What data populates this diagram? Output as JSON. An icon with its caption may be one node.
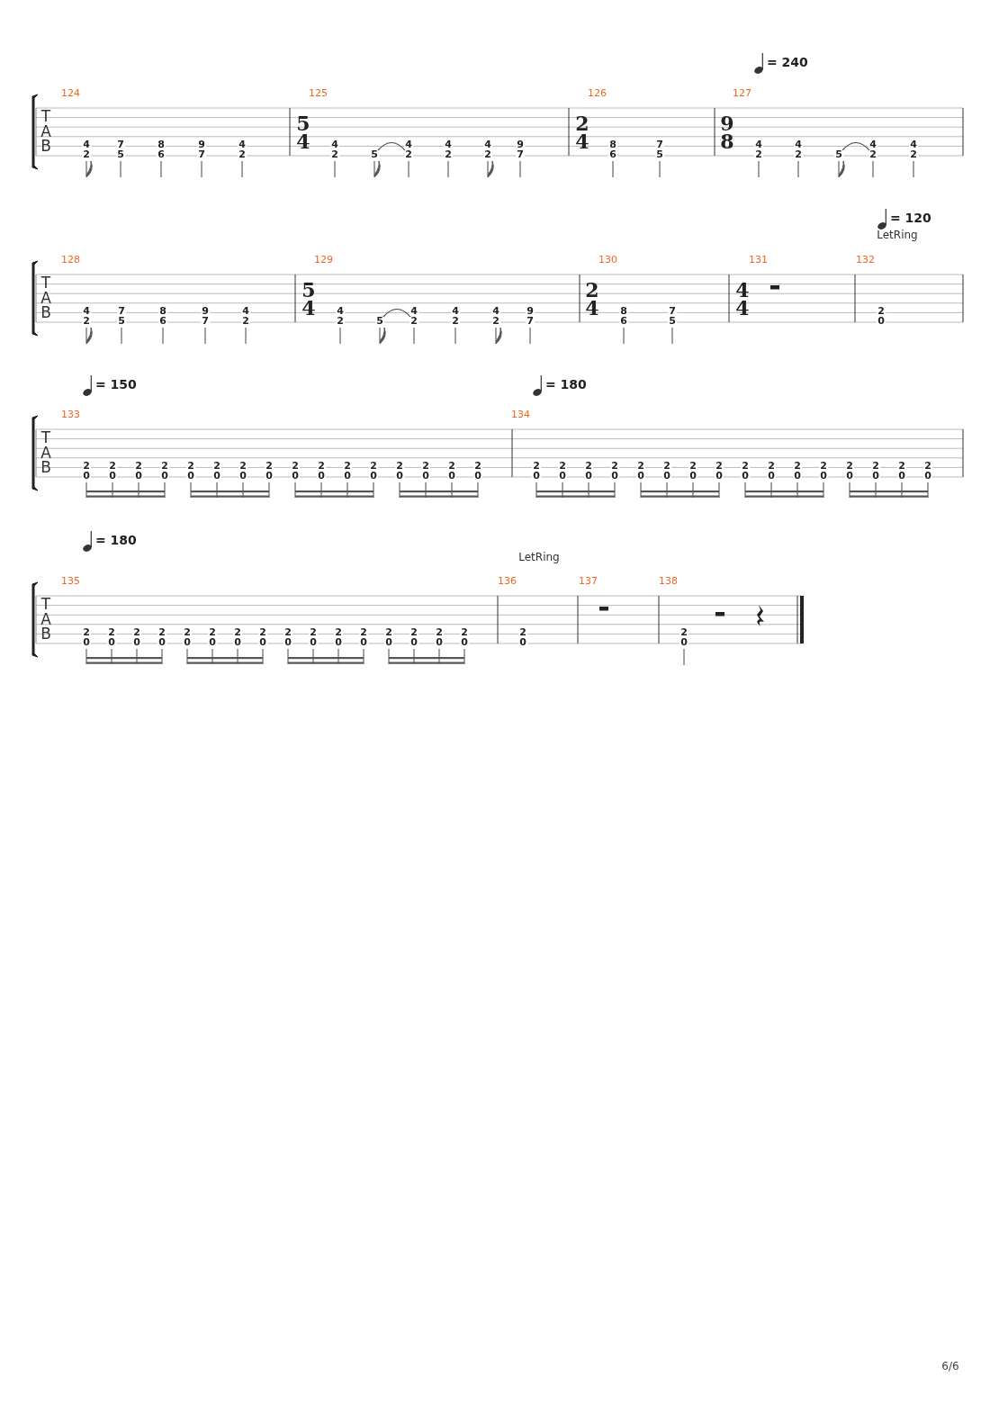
{
  "diagram": {
    "labels": [
      "= 240",
      "124",
      "125",
      "126",
      "127",
      "T",
      "A",
      "B",
      "4",
      "2",
      "7",
      "5",
      "8",
      "6",
      "9",
      "7",
      "4",
      "2",
      "5",
      "4",
      "4",
      "2",
      "5",
      "4",
      "2",
      "4",
      "2",
      "4",
      "2",
      "9",
      "7",
      "2",
      "4",
      "8",
      "6",
      "7",
      "5",
      "9",
      "8",
      "4",
      "2",
      "4",
      "2",
      "5",
      "4",
      "2",
      "4",
      "2",
      "= 120",
      "LetRing",
      "128",
      "129",
      "130",
      "131",
      "132",
      "T",
      "A",
      "B",
      "4",
      "2",
      "7",
      "5",
      "8",
      "6",
      "9",
      "7",
      "4",
      "2",
      "5",
      "4",
      "4",
      "2",
      "5",
      "4",
      "2",
      "4",
      "2",
      "4",
      "2",
      "9",
      "7",
      "2",
      "4",
      "8",
      "6",
      "7",
      "5",
      "4",
      "4",
      "2",
      "0",
      "= 150",
      "= 180",
      "133",
      "134",
      "T",
      "A",
      "B",
      "2",
      "0",
      "2",
      "0",
      "2",
      "0",
      "2",
      "0",
      "2",
      "0",
      "2",
      "0",
      "2",
      "0",
      "2",
      "0",
      "2",
      "0",
      "2",
      "0",
      "2",
      "0",
      "2",
      "0",
      "2",
      "0",
      "2",
      "0",
      "2",
      "0",
      "2",
      "0",
      "2",
      "0",
      "2",
      "0",
      "2",
      "0",
      "2",
      "0",
      "2",
      "0",
      "2",
      "0",
      "2",
      "0",
      "2",
      "0",
      "2",
      "0",
      "2",
      "0",
      "2",
      "0",
      "2",
      "0",
      "2",
      "0",
      "2",
      "0",
      "2",
      "0",
      "2",
      "0",
      "= 180",
      "LetRing",
      "135",
      "136",
      "137",
      "138",
      "T",
      "A",
      "B",
      "2",
      "0",
      "2",
      "0",
      "2",
      "0",
      "2",
      "0",
      "2",
      "0",
      "2",
      "0",
      "2",
      "0",
      "2",
      "0",
      "2",
      "0",
      "2",
      "0",
      "2",
      "0",
      "2",
      "0",
      "2",
      "0",
      "2",
      "0",
      "2",
      "0",
      "2",
      "0",
      "2",
      "0",
      "2",
      "0",
      "6/6"
    ]
  }
}
